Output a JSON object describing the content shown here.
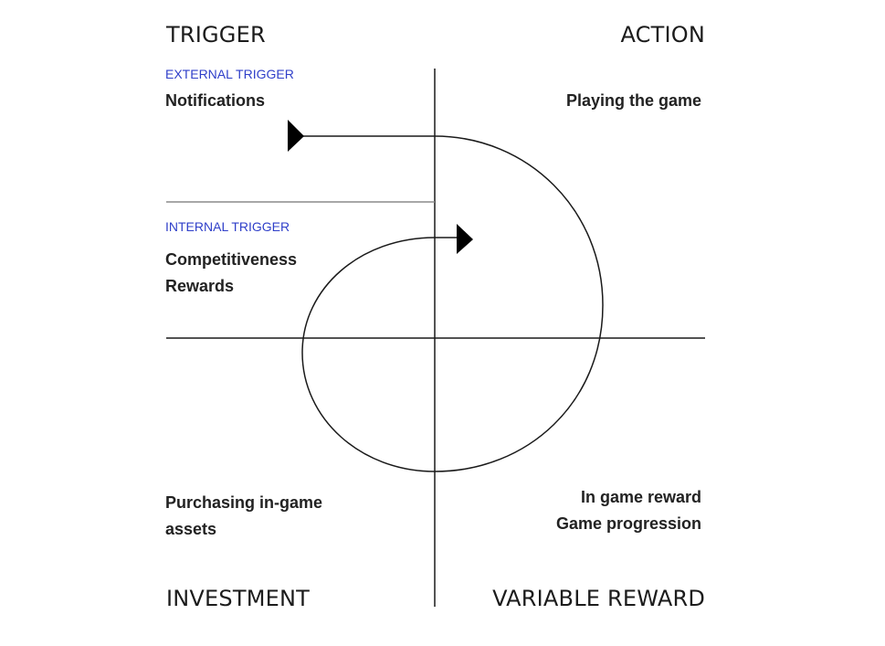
{
  "quadrants": {
    "trigger": {
      "title": "TRIGGER",
      "external_label": "EXTERNAL TRIGGER",
      "external_item": "Notifications",
      "internal_label": "INTERNAL TRIGGER",
      "internal_items": [
        "Competitiveness",
        "Rewards"
      ]
    },
    "action": {
      "title": "ACTION",
      "item": "Playing the game"
    },
    "variable_reward": {
      "title": "VARIABLE REWARD",
      "items": [
        "In game reward",
        "Game progression"
      ]
    },
    "investment": {
      "title": "INVESTMENT",
      "items": [
        "Purchasing in-game",
        "assets"
      ]
    }
  },
  "colors": {
    "line": "#1a1a1a",
    "divider": "#8a8a8a",
    "label_blue": "#2f3fc9",
    "text": "#222222"
  },
  "icons": {
    "arrowheads": "triangle-arrow-icon"
  }
}
